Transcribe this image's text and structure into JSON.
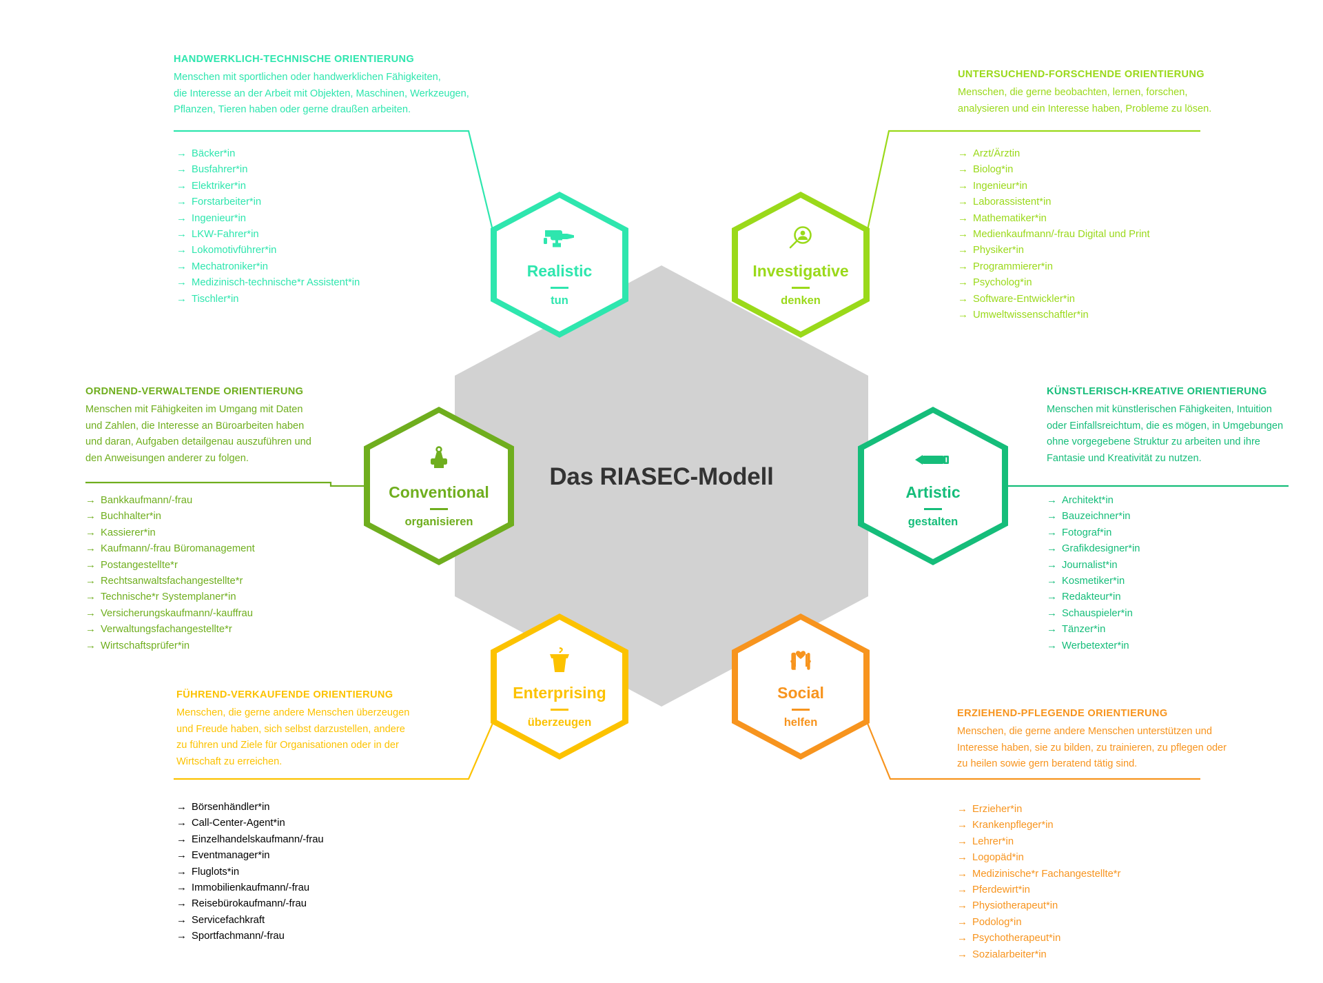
{
  "diagram": {
    "center_title": "Das RIASEC-Modell",
    "center_fill": "#d2d2d2",
    "title_color": "#333333"
  },
  "types": {
    "realistic": {
      "name": "Realistic",
      "verb": "tun",
      "color": "#2ee6ae",
      "icon": "drill-icon",
      "kicker": "HANDWERKLICH-TECHNISCHE ORIENTIERUNG",
      "desc": [
        "Menschen mit sportlichen oder handwerklichen Fähigkeiten,",
        "die Interesse an der Arbeit mit Objekten, Maschinen, Werkzeugen,",
        "Pflanzen, Tieren haben oder gerne draußen arbeiten."
      ],
      "jobs": [
        "Bäcker*in",
        "Busfahrer*in",
        "Elektriker*in",
        "Forstarbeiter*in",
        "Ingenieur*in",
        "LKW-Fahrer*in",
        "Lokomotivführer*in",
        "Mechatroniker*in",
        "Medizinisch-technische*r Assistent*in",
        "Tischler*in"
      ]
    },
    "investigative": {
      "name": "Investigative",
      "verb": "denken",
      "color": "#9ad91a",
      "icon": "magnifier-person-icon",
      "kicker": "UNTERSUCHEND-FORSCHENDE ORIENTIERUNG",
      "desc": [
        "Menschen, die gerne beobachten, lernen, forschen,",
        "analysieren und ein Interesse haben, Probleme zu lösen."
      ],
      "jobs": [
        "Arzt/Ärztin",
        "Biolog*in",
        "Ingenieur*in",
        "Laborassistent*in",
        "Mathematiker*in",
        "Medienkaufmann/-frau Digital und Print",
        "Physiker*in",
        "Programmierer*in",
        "Psycholog*in",
        "Software-Entwickler*in",
        "Umweltwissenschaftler*in"
      ]
    },
    "conventional": {
      "name": "Conventional",
      "verb": "organisieren",
      "color": "#6fae1e",
      "icon": "stamp-icon",
      "kicker": "ORDNEND-VERWALTENDE ORIENTIERUNG",
      "desc": [
        "Menschen mit Fähigkeiten im Umgang mit Daten",
        "und Zahlen, die Interesse an Büroarbeiten haben",
        "und daran, Aufgaben detailgenau auszuführen und",
        "den Anweisungen anderer zu folgen."
      ],
      "jobs": [
        "Bankkaufmann/-frau",
        "Buchhalter*in",
        "Kassierer*in",
        "Kaufmann/-frau Büromanagement",
        "Postangestellte*r",
        "Rechtsanwaltsfachangestellte*r",
        "Technische*r Systemplaner*in",
        "Versicherungskaufmann/-kauffrau",
        "Verwaltungsfachangestellte*r",
        "Wirtschaftsprüfer*in"
      ]
    },
    "artistic": {
      "name": "Artistic",
      "verb": "gestalten",
      "color": "#15bd7a",
      "icon": "pencil-icon",
      "kicker": "KÜNSTLERISCH-KREATIVE ORIENTIERUNG",
      "desc": [
        "Menschen mit künstlerischen Fähigkeiten, Intuition",
        "oder Einfallsreichtum, die es mögen, in Umgebungen",
        "ohne vorgegebene Struktur zu arbeiten und ihre",
        "Fantasie und Kreativität zu nutzen."
      ],
      "jobs": [
        "Architekt*in",
        "Bauzeichner*in",
        "Fotograf*in",
        "Grafikdesigner*in",
        "Journalist*in",
        "Kosmetiker*in",
        "Redakteur*in",
        "Schauspieler*in",
        "Tänzer*in",
        "Werbetexter*in"
      ]
    },
    "enterprising": {
      "name": "Enterprising",
      "verb": "überzeugen",
      "color": "#fcc川00",
      "icon": "lectern-icon",
      "kicker": "FÜHREND-VERKAUFENDE ORIENTIERUNG",
      "desc": [
        "Menschen, die gerne andere Menschen überzeugen",
        "und Freude haben, sich selbst darzustellen, andere",
        "zu führen und Ziele für Organisationen oder in der",
        "Wirtschaft zu erreichen."
      ],
      "jobs": [
        "Börsenhändler*in",
        "Call-Center-Agent*in",
        "Einzelhandelskaufmann/-frau",
        "Eventmanager*in",
        "Fluglots*in",
        "Immobilienkaufmann/-frau",
        "Reisebürokaufmann/-frau",
        "Servicefachkraft",
        "Sportfachmann/-frau"
      ]
    },
    "social": {
      "name": "Social",
      "verb": "helfen",
      "color": "#f7941e",
      "icon": "hands-heart-icon",
      "kicker": "ERZIEHEND-PFLEGENDE ORIENTIERUNG",
      "desc": [
        "Menschen, die gerne andere Menschen unterstützen und",
        "Interesse haben, sie zu bilden, zu trainieren, zu pflegen oder",
        "zu heilen sowie gern beratend tätig sind."
      ],
      "jobs": [
        "Erzieher*in",
        "Krankenpfleger*in",
        "Lehrer*in",
        "Logopäd*in",
        "Medizinische*r Fachangestellte*r",
        "Pferdewirt*in",
        "Physiotherapeut*in",
        "Podolog*in",
        "Psychotherapeut*in",
        "Sozialarbeiter*in"
      ]
    }
  },
  "arrow_glyph": "→"
}
